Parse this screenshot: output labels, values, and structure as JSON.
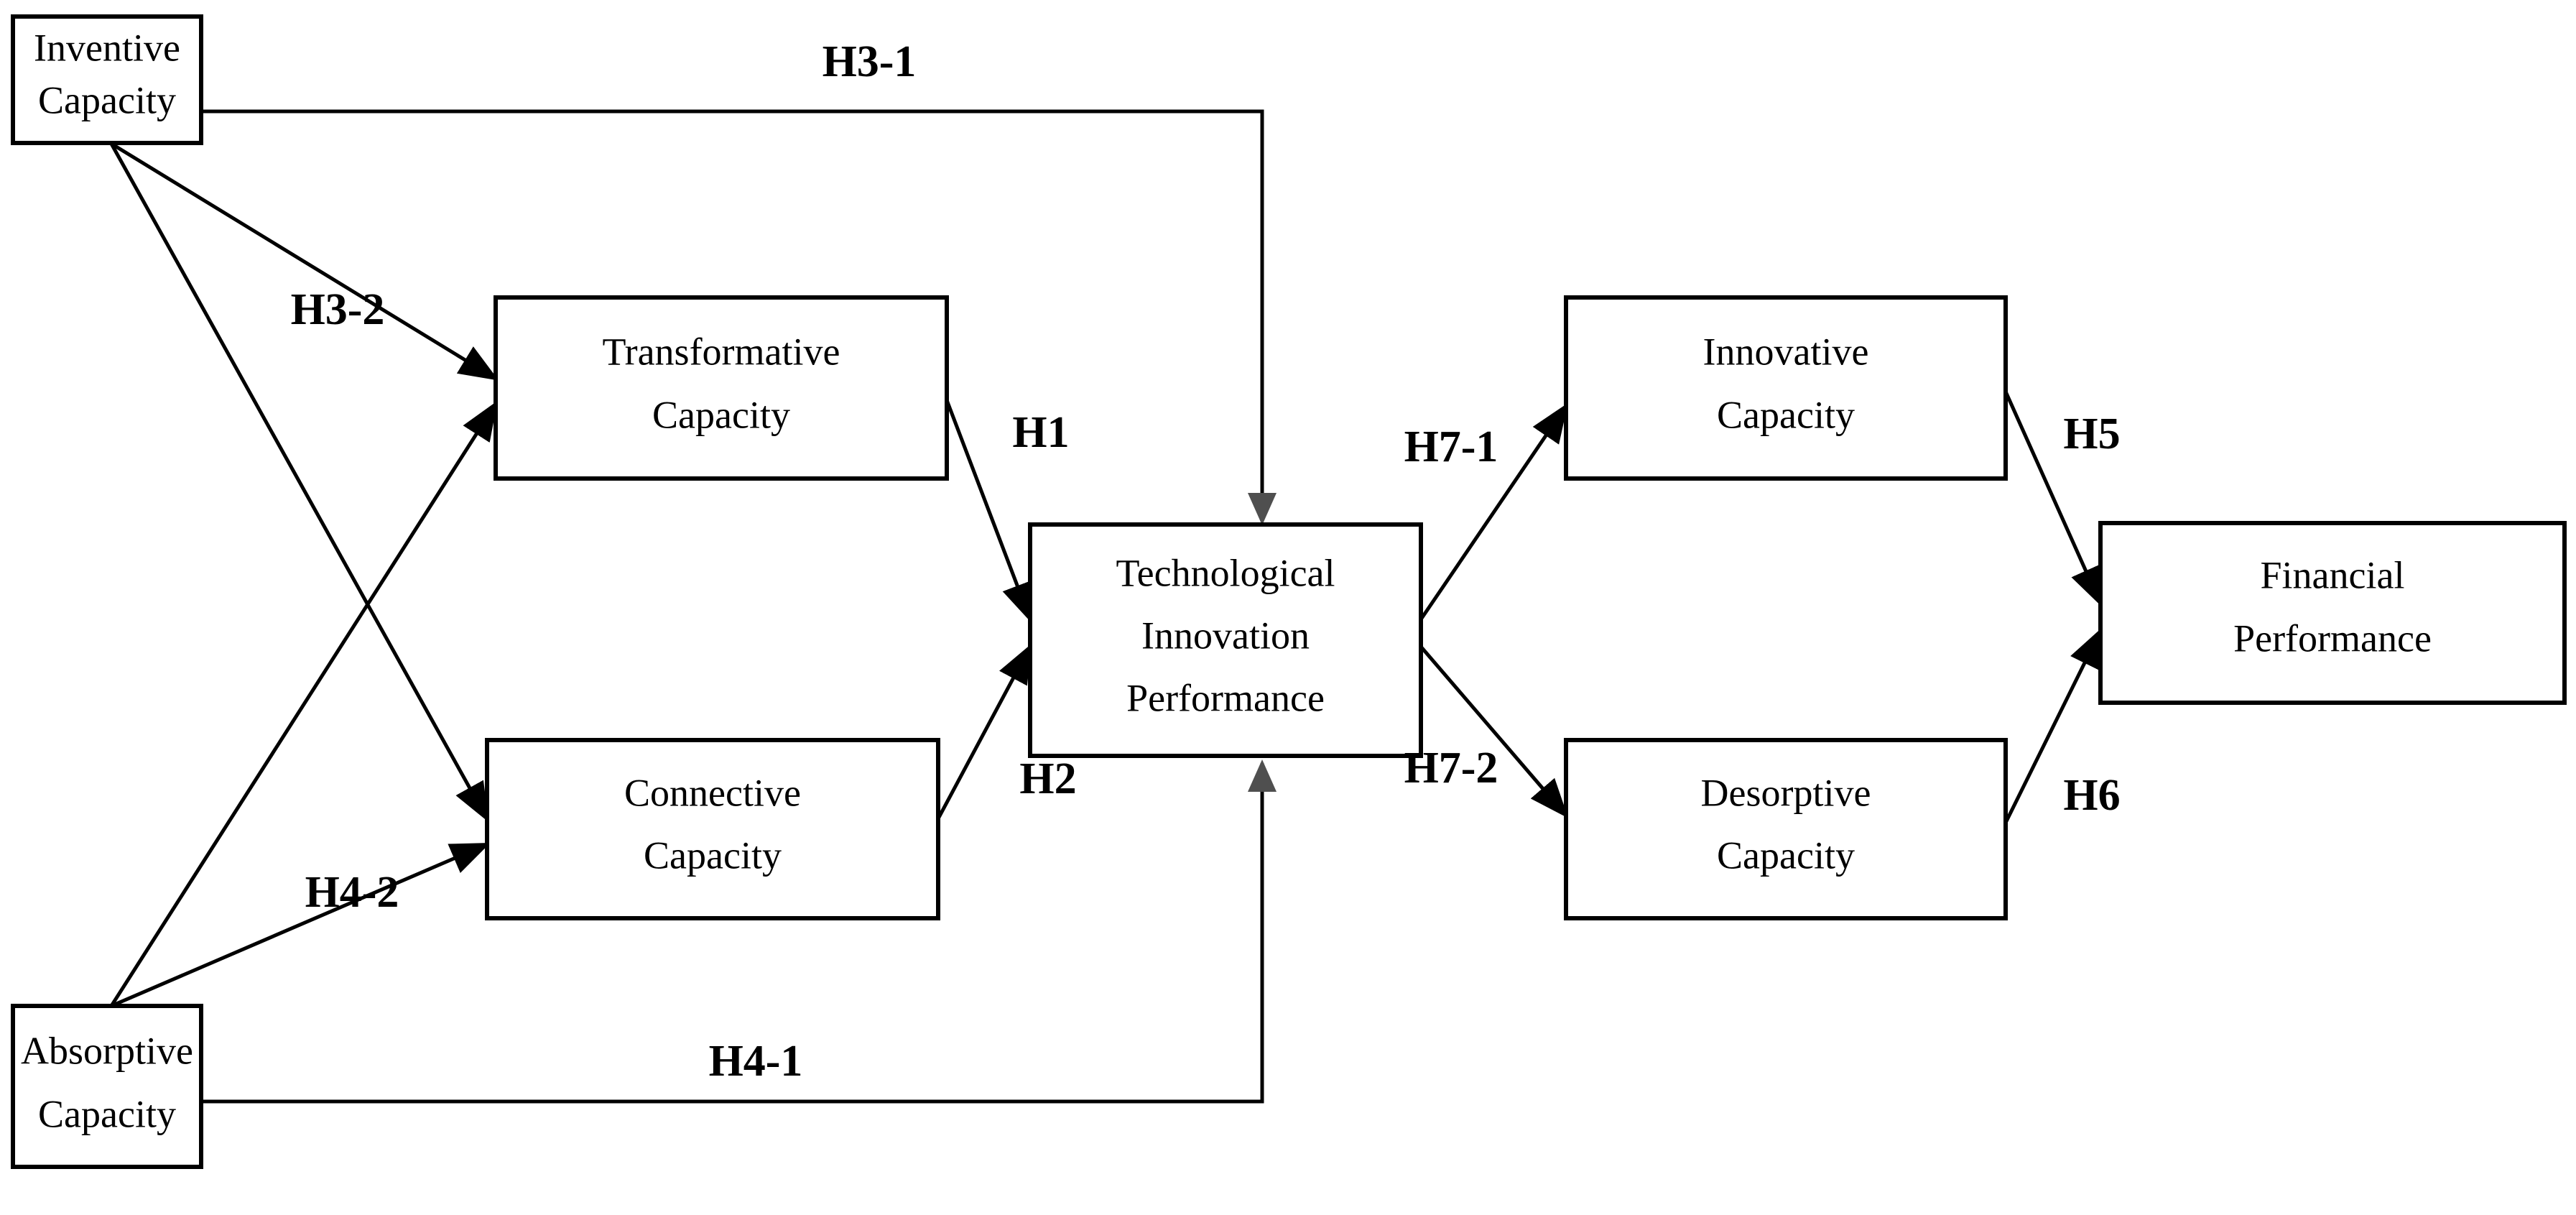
{
  "diagram": {
    "type": "conceptual-research-model",
    "colors": {
      "stroke": "#000000",
      "gray_stroke": "#6e6e6e",
      "background": "#ffffff"
    },
    "nodes": [
      {
        "id": "inventive",
        "line1": "Inventive",
        "line2": "Capacity"
      },
      {
        "id": "transformative",
        "line1": "Transformative",
        "line2": "Capacity"
      },
      {
        "id": "connective",
        "line1": "Connective",
        "line2": "Capacity"
      },
      {
        "id": "absorptive",
        "line1": "Absorptive",
        "line2": "Capacity"
      },
      {
        "id": "tip",
        "line1": "Technological",
        "line2": "Innovation",
        "line3": "Performance"
      },
      {
        "id": "innovative",
        "line1": "Innovative",
        "line2": "Capacity"
      },
      {
        "id": "desorptive",
        "line1": "Desorptive",
        "line2": "Capacity"
      },
      {
        "id": "financial",
        "line1": "Financial",
        "line2": "Performance"
      }
    ],
    "hypotheses": [
      {
        "id": "h3_1",
        "label": "H3-1",
        "from": "inventive",
        "to": "tip"
      },
      {
        "id": "h3_2",
        "label": "H3-2",
        "from": "inventive",
        "to": "transformative"
      },
      {
        "id": "h4_2",
        "label": "H4-2",
        "from": "absorptive",
        "to": "connective"
      },
      {
        "id": "h4_1",
        "label": "H4-1",
        "from": "absorptive",
        "to": "tip"
      },
      {
        "id": "h1",
        "label": "H1",
        "from": "transformative",
        "to": "tip"
      },
      {
        "id": "h2",
        "label": "H2",
        "from": "connective",
        "to": "tip"
      },
      {
        "id": "h7_1",
        "label": "H7-1",
        "from": "tip",
        "to": "innovative"
      },
      {
        "id": "h7_2",
        "label": "H7-2",
        "from": "tip",
        "to": "desorptive"
      },
      {
        "id": "h5",
        "label": "H5",
        "from": "innovative",
        "to": "financial"
      },
      {
        "id": "h6",
        "label": "H6",
        "from": "desorptive",
        "to": "financial"
      }
    ]
  }
}
